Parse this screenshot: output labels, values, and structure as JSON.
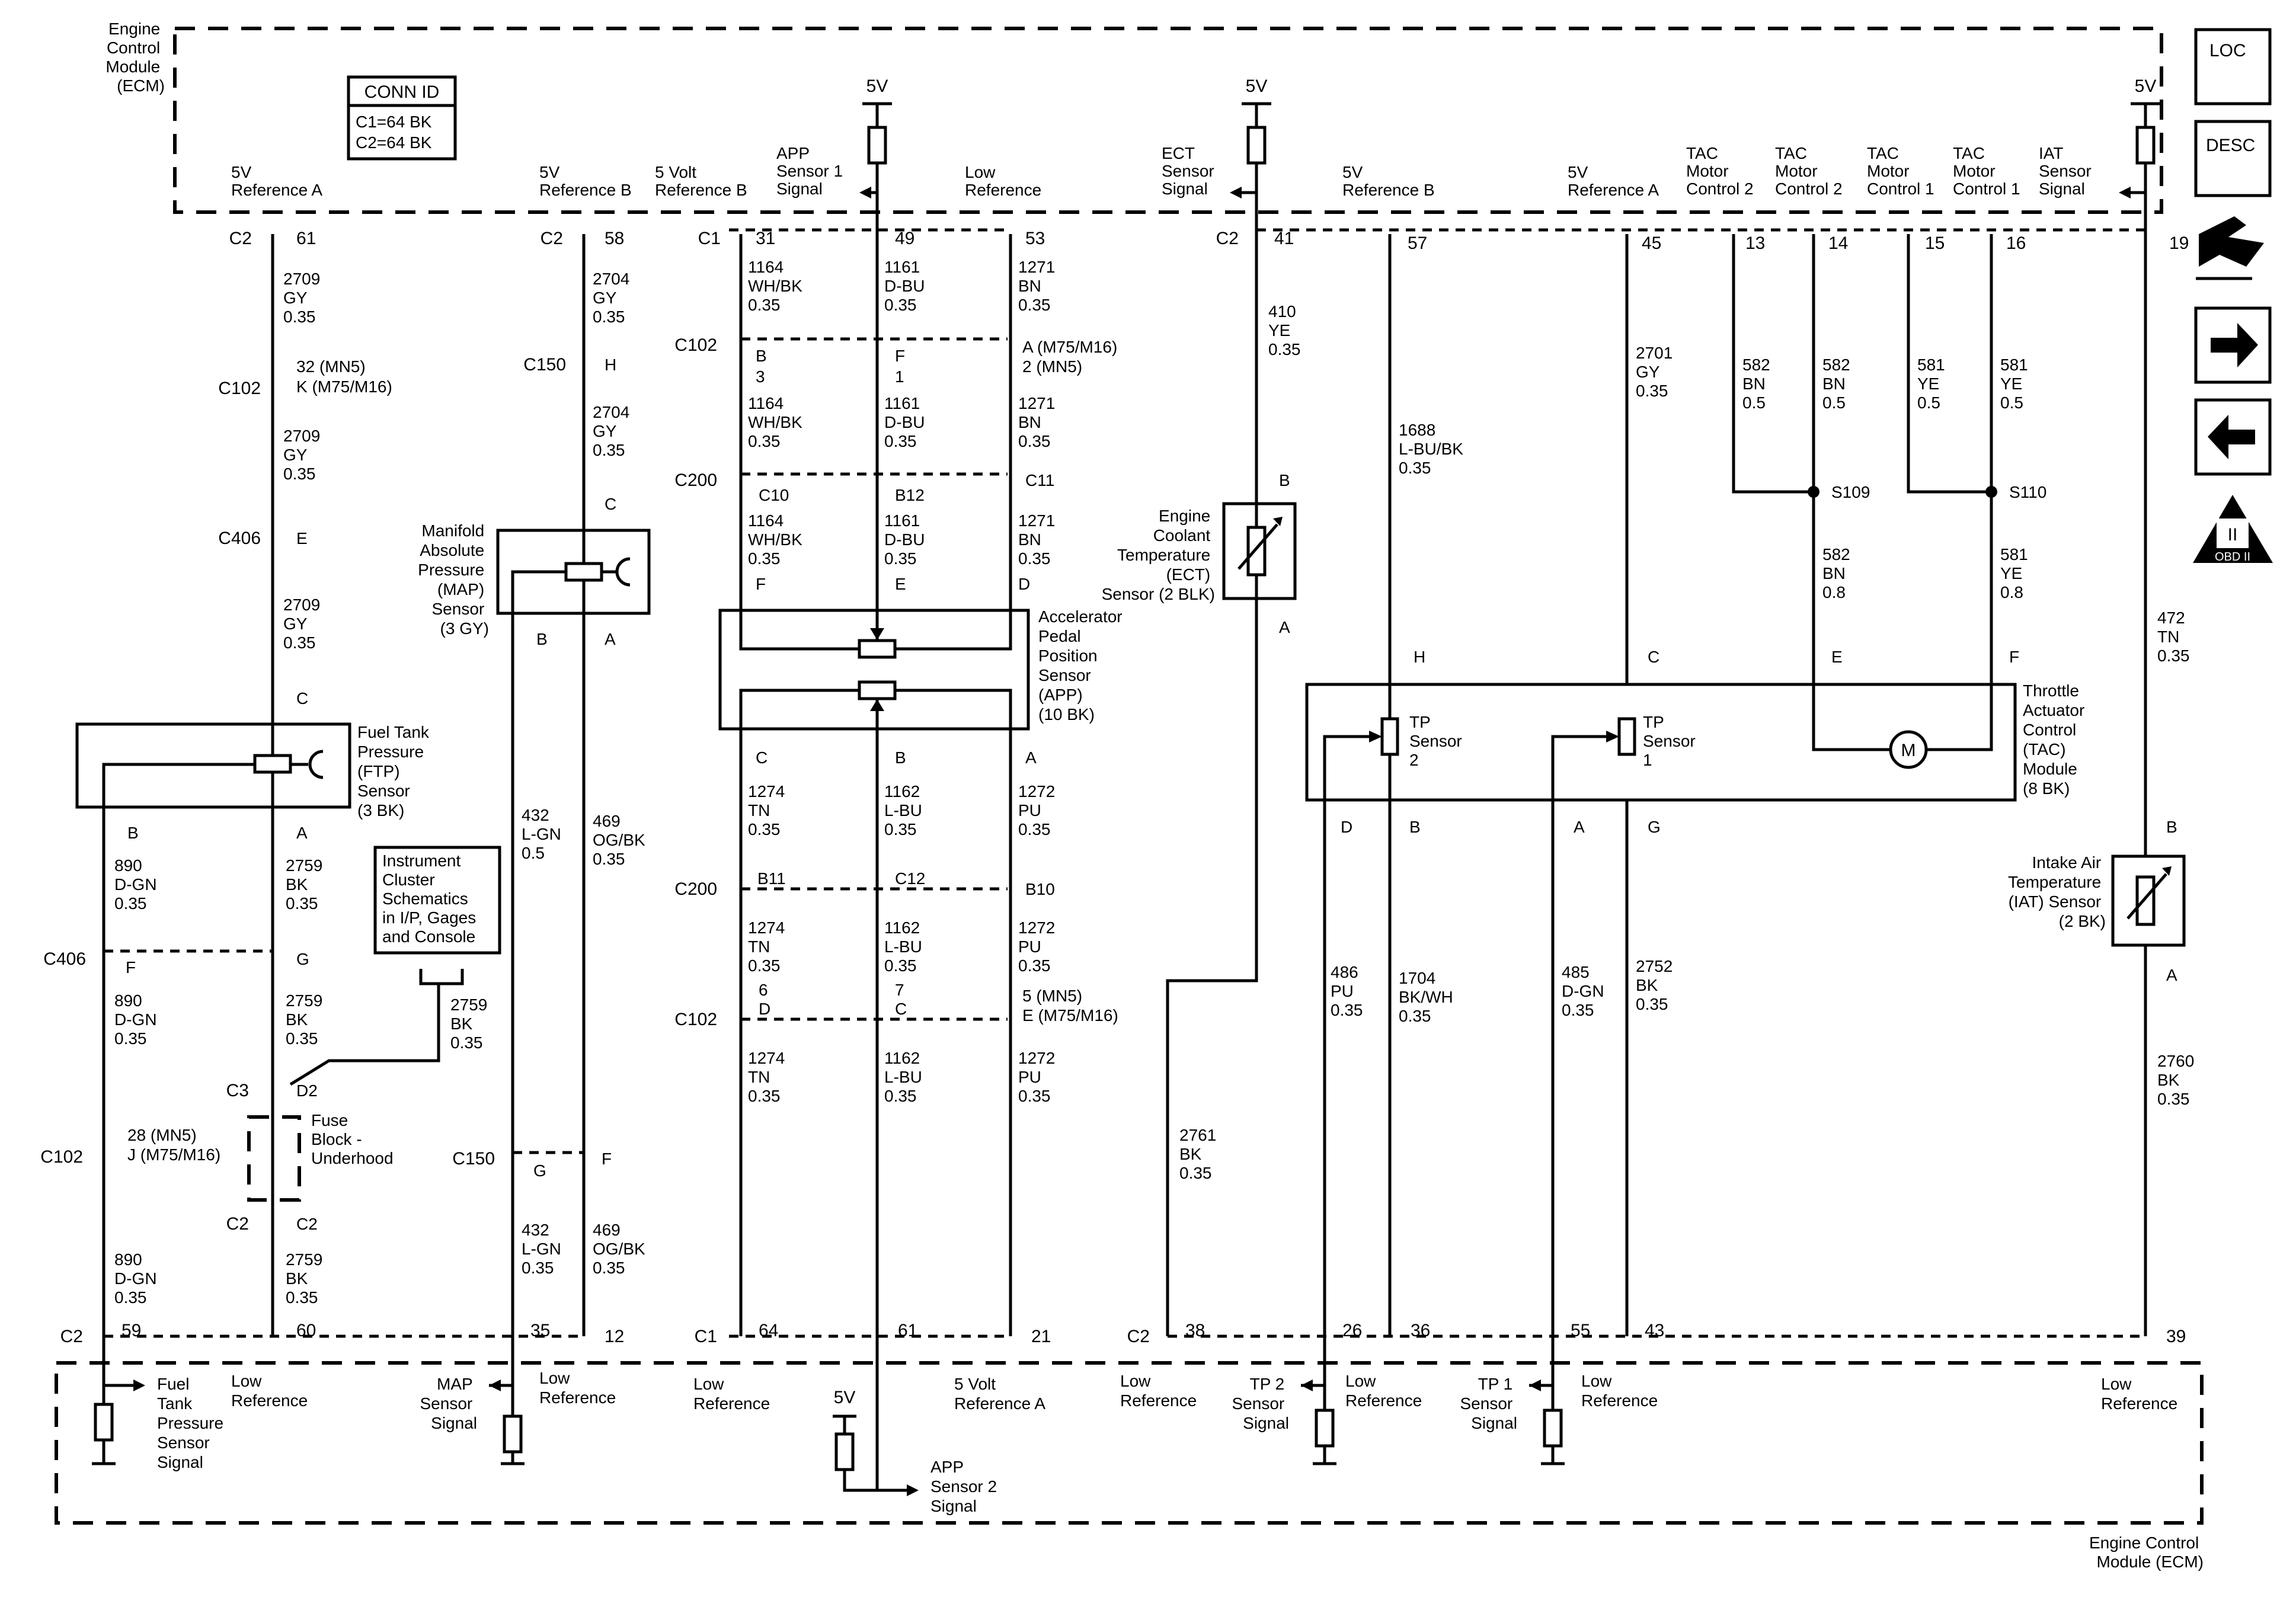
{
  "ecm_top": {
    "title": [
      "Engine",
      "Control",
      "Module",
      "(ECM)"
    ]
  },
  "ecm_bottom": {
    "title": [
      "Engine Control",
      "Module (ECM)"
    ]
  },
  "conn_id": {
    "header": "CONN ID",
    "lines": [
      "C1=64 BK",
      "C2=64 BK"
    ]
  },
  "v5": "5V",
  "top_labels": [
    [
      "5V",
      "Reference A"
    ],
    [
      "5V",
      "Reference B"
    ],
    [
      "5 Volt",
      "Reference B"
    ],
    [
      "APP",
      "Sensor 1",
      "Signal"
    ],
    [
      "Low",
      "Reference"
    ],
    [
      "ECT",
      "Sensor",
      "Signal"
    ],
    [
      "5V",
      "Reference B"
    ],
    [
      "5V",
      "Reference A"
    ],
    [
      "TAC",
      "Motor",
      "Control 2"
    ],
    [
      "TAC",
      "Motor",
      "Control 2"
    ],
    [
      "TAC",
      "Motor",
      "Control 1"
    ],
    [
      "TAC",
      "Motor",
      "Control 1"
    ],
    [
      "IAT",
      "Sensor",
      "Signal"
    ]
  ],
  "top_conn": [
    "C2",
    "C2",
    "C1",
    "C2"
  ],
  "top_pins": [
    "61",
    "58",
    "31",
    "49",
    "53",
    "41",
    "57",
    "45",
    "13",
    "14",
    "15",
    "16",
    "19"
  ],
  "bottom_conn": [
    "C2",
    "C1",
    "C2"
  ],
  "bottom_pins": [
    "59",
    "60",
    "35",
    "12",
    "64",
    "61",
    "21",
    "38",
    "26",
    "36",
    "55",
    "43",
    "39"
  ],
  "bottom_labels": [
    [
      "Fuel",
      "Tank",
      "Pressure",
      "Sensor",
      "Signal"
    ],
    [
      "Low",
      "Reference"
    ],
    [
      "MAP",
      "Sensor",
      "Signal"
    ],
    [
      "Low",
      "Reference"
    ],
    [
      "Low",
      "Reference"
    ],
    [
      "APP",
      "Sensor 2",
      "Signal"
    ],
    [
      "5 Volt",
      "Reference A"
    ],
    [
      "Low",
      "Reference"
    ],
    [
      "TP 2",
      "Sensor",
      "Signal"
    ],
    [
      "Low",
      "Reference"
    ],
    [
      "TP 1",
      "Sensor",
      "Signal"
    ],
    [
      "Low",
      "Reference"
    ],
    [
      "Low",
      "Reference"
    ]
  ],
  "wire_labels": {
    "w2709a": [
      "2709",
      "GY",
      "0.35"
    ],
    "w2709b": [
      "2709",
      "GY",
      "0.35"
    ],
    "w2709c": [
      "2709",
      "GY",
      "0.35"
    ],
    "w2704a": [
      "2704",
      "GY",
      "0.35"
    ],
    "w2704b": [
      "2704",
      "GY",
      "0.35"
    ],
    "w1164a": [
      "1164",
      "WH/BK",
      "0.35"
    ],
    "w1164b": [
      "1164",
      "WH/BK",
      "0.35"
    ],
    "w1164c": [
      "1164",
      "WH/BK",
      "0.35"
    ],
    "w1161a": [
      "1161",
      "D-BU",
      "0.35"
    ],
    "w1161b": [
      "1161",
      "D-BU",
      "0.35"
    ],
    "w1161c": [
      "1161",
      "D-BU",
      "0.35"
    ],
    "w1271a": [
      "1271",
      "BN",
      "0.35"
    ],
    "w1271b": [
      "1271",
      "BN",
      "0.35"
    ],
    "w1271c": [
      "1271",
      "BN",
      "0.35"
    ],
    "w410": [
      "410",
      "YE",
      "0.35"
    ],
    "w1688": [
      "1688",
      "L-BU/BK",
      "0.35"
    ],
    "w2701": [
      "2701",
      "GY",
      "0.35"
    ],
    "w582a": [
      "582",
      "BN",
      "0.5"
    ],
    "w582b": [
      "582",
      "BN",
      "0.5"
    ],
    "w582c": [
      "582",
      "BN",
      "0.8"
    ],
    "w581a": [
      "581",
      "YE",
      "0.5"
    ],
    "w581b": [
      "581",
      "YE",
      "0.5"
    ],
    "w581c": [
      "581",
      "YE",
      "0.8"
    ],
    "w472": [
      "472",
      "TN",
      "0.35"
    ],
    "w890a": [
      "890",
      "D-GN",
      "0.35"
    ],
    "w890b": [
      "890",
      "D-GN",
      "0.35"
    ],
    "w890c": [
      "890",
      "D-GN",
      "0.35"
    ],
    "w2759a": [
      "2759",
      "BK",
      "0.35"
    ],
    "w2759b": [
      "2759",
      "BK",
      "0.35"
    ],
    "w2759c": [
      "2759",
      "BK",
      "0.35"
    ],
    "w2759d": [
      "2759",
      "BK",
      "0.35"
    ],
    "w432a": [
      "432",
      "L-GN",
      "0.5"
    ],
    "w432b": [
      "432",
      "L-GN",
      "0.35"
    ],
    "w469a": [
      "469",
      "OG/BK",
      "0.35"
    ],
    "w469b": [
      "469",
      "OG/BK",
      "0.35"
    ],
    "w1274a": [
      "1274",
      "TN",
      "0.35"
    ],
    "w1274b": [
      "1274",
      "TN",
      "0.35"
    ],
    "w1274c": [
      "1274",
      "TN",
      "0.35"
    ],
    "w1162a": [
      "1162",
      "L-BU",
      "0.35"
    ],
    "w1162b": [
      "1162",
      "L-BU",
      "0.35"
    ],
    "w1162c": [
      "1162",
      "L-BU",
      "0.35"
    ],
    "w1272a": [
      "1272",
      "PU",
      "0.35"
    ],
    "w1272b": [
      "1272",
      "PU",
      "0.35"
    ],
    "w1272c": [
      "1272",
      "PU",
      "0.35"
    ],
    "w2761": [
      "2761",
      "BK",
      "0.35"
    ],
    "w486": [
      "486",
      "PU",
      "0.35"
    ],
    "w1704": [
      "1704",
      "BK/WH",
      "0.35"
    ],
    "w485": [
      "485",
      "D-GN",
      "0.35"
    ],
    "w2752": [
      "2752",
      "BK",
      "0.35"
    ],
    "w2760": [
      "2760",
      "BK",
      "0.35"
    ]
  },
  "connectors": {
    "C102": "C102",
    "C406": "C406",
    "C150": "C150",
    "C200": "C200",
    "C3": "C3",
    "C2": "C2"
  },
  "pin_labels": {
    "c102_2709_a": "32 (MN5)",
    "c102_2709_b": "K (M75/M16)",
    "c406_2709": "E",
    "ftp_c": "C",
    "ftp_b": "B",
    "ftp_a": "A",
    "c406_f": "F",
    "c406_g": "G",
    "c102_890_a": "28 (MN5)",
    "c102_890_b": "J (M75/M16)",
    "c3_d2": "D2",
    "fuse_c2": "C2",
    "c150_h": "H",
    "map_c": "C",
    "map_b": "B",
    "map_a": "A",
    "c150_g": "G",
    "c150_f": "F",
    "c102_b": "B",
    "c102_3": "3",
    "c102_f": "F",
    "c102_1": "1",
    "c102_a": "A (M75/M16)",
    "c102_2": "2 (MN5)",
    "c200_c10": "C10",
    "c200_b12": "B12",
    "c200_c11": "C11",
    "app_f": "F",
    "app_e": "E",
    "app_d": "D",
    "app_c": "C",
    "app_b": "B",
    "app_a": "A",
    "c200_b11": "B11",
    "c200_c12": "C12",
    "c200_b10": "B10",
    "c102_6": "6",
    "c102_d": "D",
    "c102_7": "7",
    "c102_c": "C",
    "c102_5": "5 (MN5)",
    "c102_e": "E (M75/M16)",
    "ect_b": "B",
    "ect_a": "A",
    "tac_h": "H",
    "tac_c": "C",
    "tac_e": "E",
    "tac_f": "F",
    "tac_d": "D",
    "tac_b": "B",
    "tac_a": "A",
    "tac_g": "G",
    "iat_b": "B",
    "iat_a": "A",
    "s109": "S109",
    "s110": "S110"
  },
  "components": {
    "ftp": [
      "Fuel Tank",
      "Pressure",
      "(FTP)",
      "Sensor",
      "(3 BK)"
    ],
    "map": [
      "Manifold",
      "Absolute",
      "Pressure",
      "(MAP)",
      "Sensor",
      "(3 GY)"
    ],
    "app": [
      "Accelerator",
      "Pedal",
      "Position",
      "Sensor",
      "(APP)",
      "(10 BK)"
    ],
    "ect": [
      "Engine",
      "Coolant",
      "Temperature",
      "(ECT)",
      "Sensor (2 BLK)"
    ],
    "tac": [
      "Throttle",
      "Actuator",
      "Control",
      "(TAC)",
      "Module",
      "(8 BK)"
    ],
    "iat": [
      "Intake Air",
      "Temperature",
      "(IAT) Sensor",
      "(2 BK)"
    ],
    "tp2": [
      "TP",
      "Sensor",
      "2"
    ],
    "tp1": [
      "TP",
      "Sensor",
      "1"
    ],
    "fuse": [
      "Fuse",
      "Block -",
      "Underhood"
    ],
    "instrument": [
      "Instrument",
      "Cluster",
      "Schematics",
      "in I/P, Gages",
      "and Console"
    ],
    "motor": "M"
  },
  "side_nav": {
    "loc": "LOC",
    "desc": "DESC",
    "obd": "OBD II",
    "obd_roman": "II"
  }
}
